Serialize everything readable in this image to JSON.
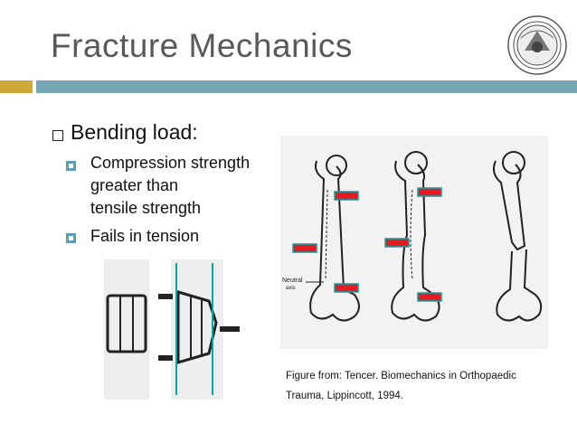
{
  "slide": {
    "title": "Fracture Mechanics",
    "bullets": [
      {
        "text": "Bending load:"
      }
    ],
    "sub_bullets": [
      {
        "lines": [
          "Compression strength",
          "greater than",
          "tensile strength"
        ]
      },
      {
        "lines": [
          "Fails in tension"
        ]
      }
    ],
    "figure_labels": {
      "neutral": "Neutral",
      "axis": "axis"
    },
    "caption": {
      "line1": "Figure from: Tencer. Biomechanics in Orthopaedic",
      "line2": "Trauma, Lippincott, 1994."
    }
  },
  "colors": {
    "title": "#595959",
    "band_gold": "#cfa83a",
    "band_teal": "#77a6b4",
    "arrow_red": "#e31b23",
    "arrow_teal": "#00a7a7",
    "bullet_square": "#5a9fb5"
  },
  "icons": {
    "logo": "university-seal-icon",
    "bullet_level1": "hollow-square-icon",
    "bullet_level2": "filled-square-icon"
  }
}
